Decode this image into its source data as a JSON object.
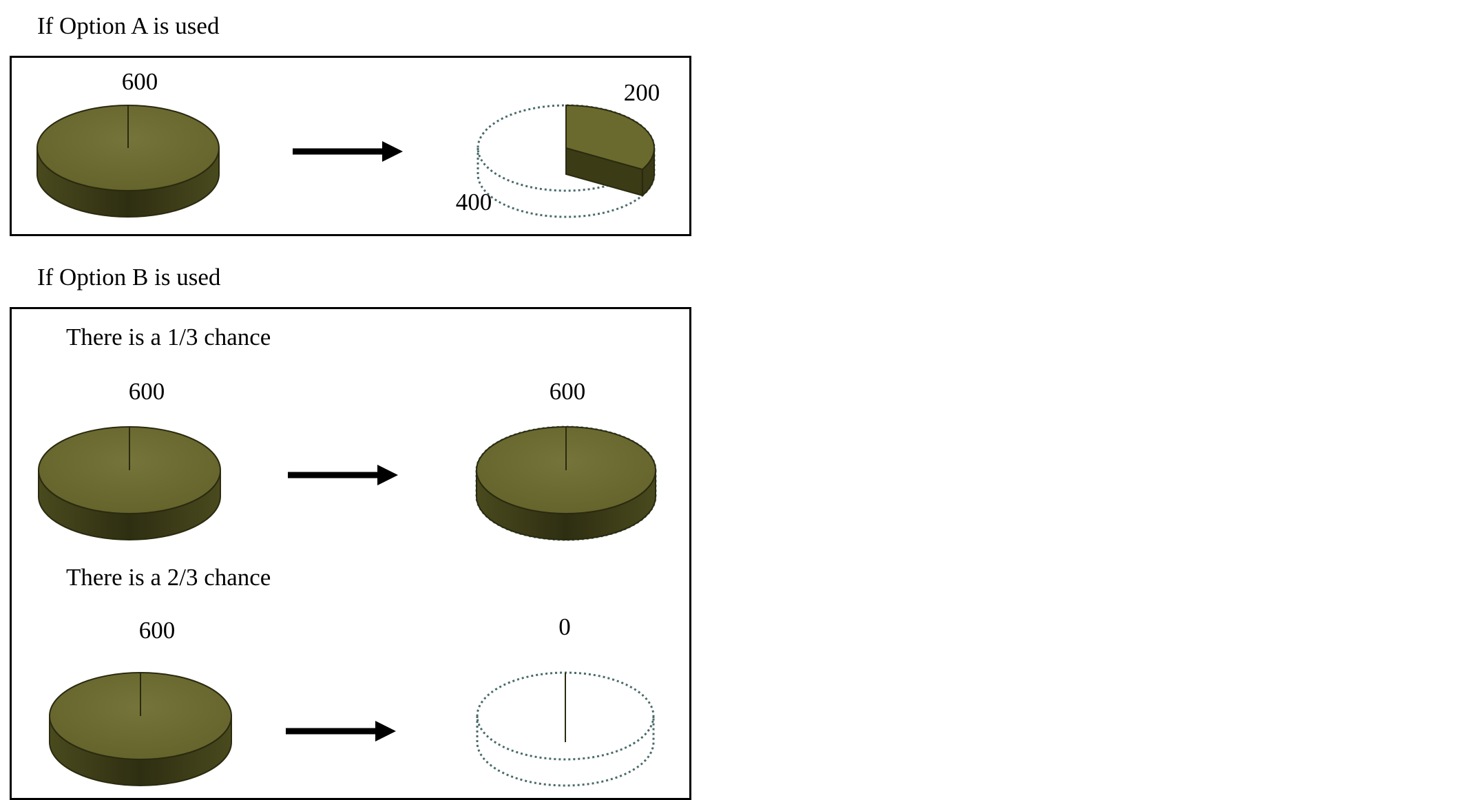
{
  "option_a": {
    "heading": "If Option A is used",
    "before": {
      "value": "600"
    },
    "after": {
      "saved_value": "200",
      "lost_value": "400",
      "saved_fraction": 0.3333
    }
  },
  "option_b": {
    "heading": "If Option B is used",
    "scenario_1": {
      "chance_text": "There is a 1/3 chance",
      "before": {
        "value": "600"
      },
      "after": {
        "value": "600",
        "saved_fraction": 1
      }
    },
    "scenario_2": {
      "chance_text": "There is a 2/3 chance",
      "before": {
        "value": "600"
      },
      "after": {
        "value": "0",
        "saved_fraction": 0
      }
    }
  },
  "colors": {
    "pie_top": "#6b6a2e",
    "pie_side": "#3a3a17",
    "outline": "#2a2a10",
    "dotted_outline": "#4a6a6a",
    "frame": "#000000",
    "arrow": "#000000"
  }
}
